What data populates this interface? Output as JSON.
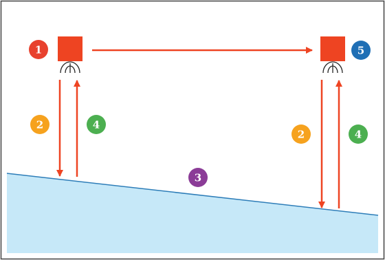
{
  "colors": {
    "background": "#ffffff",
    "frame": "#444444",
    "sea": "#c6e8f8",
    "seabed_line": "#2d7db8",
    "device": "#ee4422",
    "arrow": "#ee4422",
    "sensor": "#222222",
    "badge_red": "#e8412e",
    "badge_orange": "#f6a21e",
    "badge_purple": "#8b3c97",
    "badge_green": "#4caf50",
    "badge_blue": "#1f6fb5"
  },
  "icons": {
    "device": "red-square-transducer",
    "sensor": "receiver-arcs"
  },
  "badges": {
    "step1": "1",
    "step2_left": "2",
    "step2_right": "2",
    "step3": "3",
    "step4_left": "4",
    "step4_right": "4",
    "step5": "5"
  }
}
